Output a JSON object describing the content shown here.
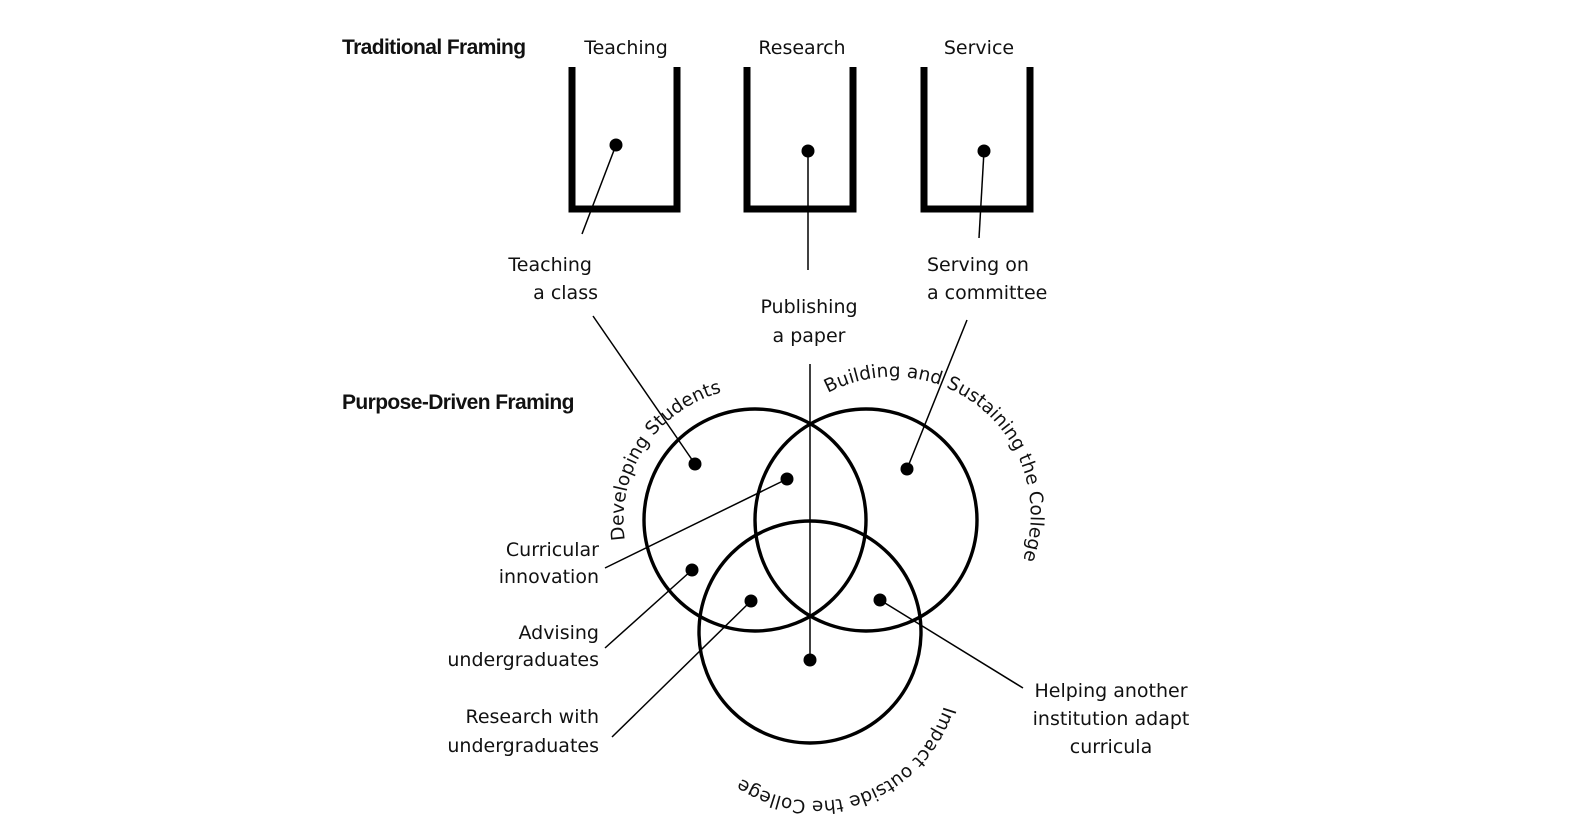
{
  "headings": {
    "traditional": "Traditional Framing",
    "purpose": "Purpose-Driven Framing"
  },
  "buckets": [
    {
      "id": "teaching",
      "title": "Teaching"
    },
    {
      "id": "research",
      "title": "Research"
    },
    {
      "id": "service",
      "title": "Service"
    }
  ],
  "activities": {
    "teaching_class": [
      "Teaching",
      "a class"
    ],
    "publishing_paper": [
      "Publishing",
      "a paper"
    ],
    "serving_committee": [
      "Serving on",
      "a committee"
    ],
    "curricular_innovation": [
      "Curricular",
      "innovation"
    ],
    "advising": [
      "Advising",
      "undergraduates"
    ],
    "research_with": [
      "Research with",
      "undergraduates"
    ],
    "helping_institution": [
      "Helping another",
      "institution adapt",
      "curricula"
    ]
  },
  "circles": {
    "developing_students": "Developing Students",
    "building_college": "Building and Sustaining the College",
    "impact_outside": "Impact outside the College"
  }
}
